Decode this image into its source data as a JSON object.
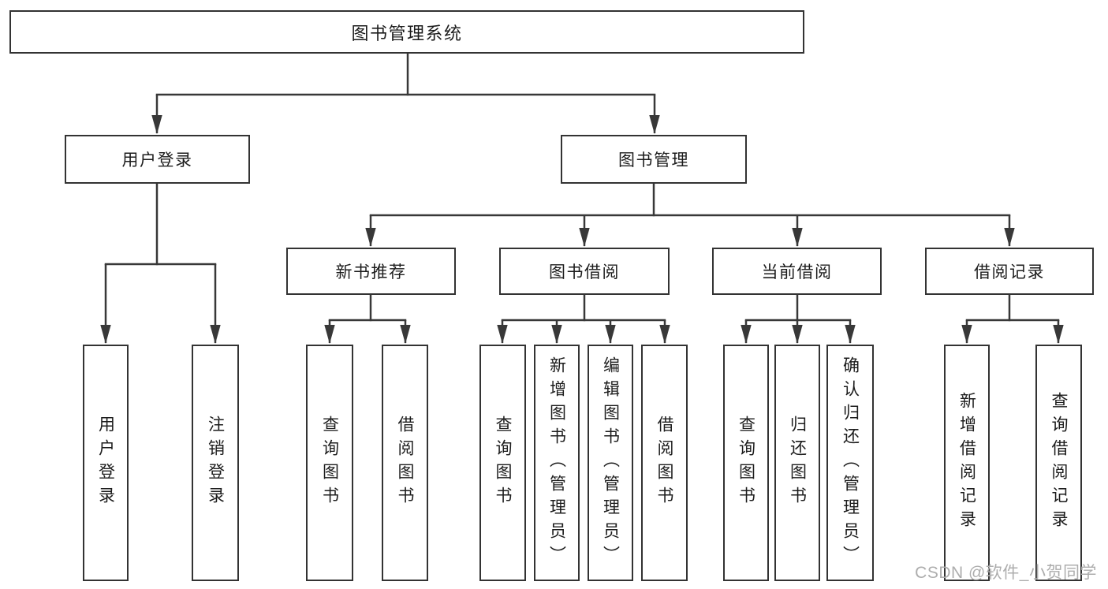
{
  "tree": {
    "label": "图书管理系统",
    "children": [
      {
        "label": "用户登录",
        "children": [
          {
            "label": "用户登录"
          },
          {
            "label": "注销登录"
          }
        ]
      },
      {
        "label": "图书管理",
        "children": [
          {
            "label": "新书推荐",
            "children": [
              {
                "label": "查询图书"
              },
              {
                "label": "借阅图书"
              }
            ]
          },
          {
            "label": "图书借阅",
            "children": [
              {
                "label": "查询图书"
              },
              {
                "label": "新增图书（管理员）"
              },
              {
                "label": "编辑图书（管理员）"
              },
              {
                "label": "借阅图书"
              }
            ]
          },
          {
            "label": "当前借阅",
            "children": [
              {
                "label": "查询图书"
              },
              {
                "label": "归还图书"
              },
              {
                "label": "确认归还（管理员）"
              }
            ]
          },
          {
            "label": "借阅记录",
            "children": [
              {
                "label": "新增借阅记录"
              },
              {
                "label": "查询借阅记录"
              }
            ]
          }
        ]
      }
    ]
  },
  "watermark": "CSDN @软件_小贺同学",
  "colors": {
    "line": "#383838",
    "box_border": "#333333",
    "text": "#1c1c1c",
    "watermark": "#adadad",
    "background": "#ffffff"
  }
}
